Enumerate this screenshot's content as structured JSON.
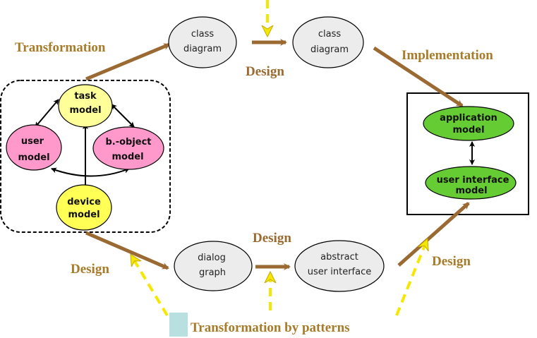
{
  "colors": {
    "flow_arrow": "#9b6a33",
    "pattern_arrow": "#f0e000",
    "label_gold": "#a87b2a",
    "label_design": "#9a6a30",
    "grey_node": "#ececec",
    "yellow_node": "#ffff99",
    "pink_node": "#ff99cc",
    "green_node": "#66cc33",
    "legend_swatch": "#b8e0e0"
  },
  "labels": {
    "transformation": "Transformation",
    "design_top": "Design",
    "implementation": "Implementation",
    "design_left": "Design",
    "design_bottom": "Design",
    "design_right": "Design",
    "legend": "Transformation by patterns"
  },
  "nodes": {
    "class_diagram_1": [
      "class",
      "diagram"
    ],
    "class_diagram_2": [
      "class",
      "diagram"
    ],
    "dialog_graph": [
      "dialog",
      "graph"
    ],
    "abstract_ui": [
      "abstract",
      "user interface"
    ],
    "task_model": [
      "task",
      "model"
    ],
    "user_model": [
      "user",
      "model"
    ],
    "bobject_model": [
      "b.-object",
      "model"
    ],
    "device_model": [
      "device",
      "model"
    ],
    "application_model": [
      "application",
      "model"
    ],
    "ui_model": [
      "user interface",
      "model"
    ]
  }
}
